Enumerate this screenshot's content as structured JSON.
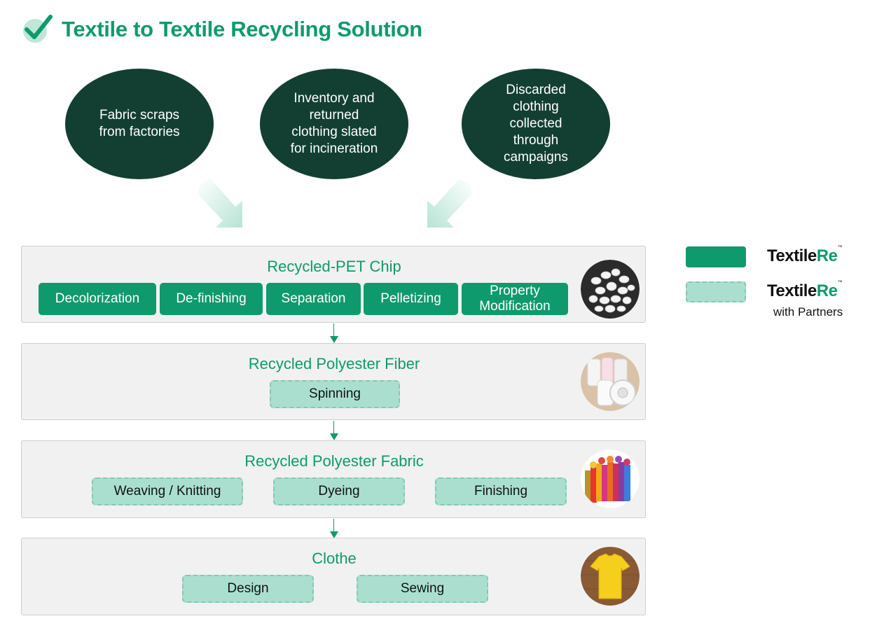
{
  "header": {
    "title": "Textile to Textile Recycling Solution"
  },
  "sources": [
    {
      "label": "Fabric scraps from factories"
    },
    {
      "label": "Inventory and returned clothing slated for incineration"
    },
    {
      "label": "Discarded clothing collected through campaigns"
    }
  ],
  "stages": [
    {
      "title": "Recycled-PET Chip",
      "steps": [
        "Decolorization",
        "De-finishing",
        "Separation",
        "Pelletizing",
        "Property Modification"
      ],
      "step_style": "TextileRe",
      "icon": "pet-chip-pellets-photo"
    },
    {
      "title": "Recycled Polyester Fiber",
      "steps": [
        "Spinning"
      ],
      "step_style": "TextileRe with Partners",
      "icon": "fiber-spools-photo"
    },
    {
      "title": "Recycled Polyester Fabric",
      "steps": [
        "Weaving / Knitting",
        "Dyeing",
        "Finishing"
      ],
      "step_style": "TextileRe with Partners",
      "icon": "fabric-rolls-photo"
    },
    {
      "title": "Clothe",
      "steps": [
        "Design",
        "Sewing"
      ],
      "step_style": "TextileRe with Partners",
      "icon": "yellow-tshirt-photo"
    }
  ],
  "legend": [
    {
      "brand_prefix": "Textile",
      "brand_suffix": "Re",
      "tm": "™",
      "sub": "",
      "style": "solid"
    },
    {
      "brand_prefix": "Textile",
      "brand_suffix": "Re",
      "tm": "™",
      "sub": "with Partners",
      "style": "dashed"
    }
  ],
  "colors": {
    "accent": "#0e9a6c",
    "ellipse": "#133f33",
    "light": "#aadfcf",
    "stage_bg": "#f1f1f1"
  }
}
